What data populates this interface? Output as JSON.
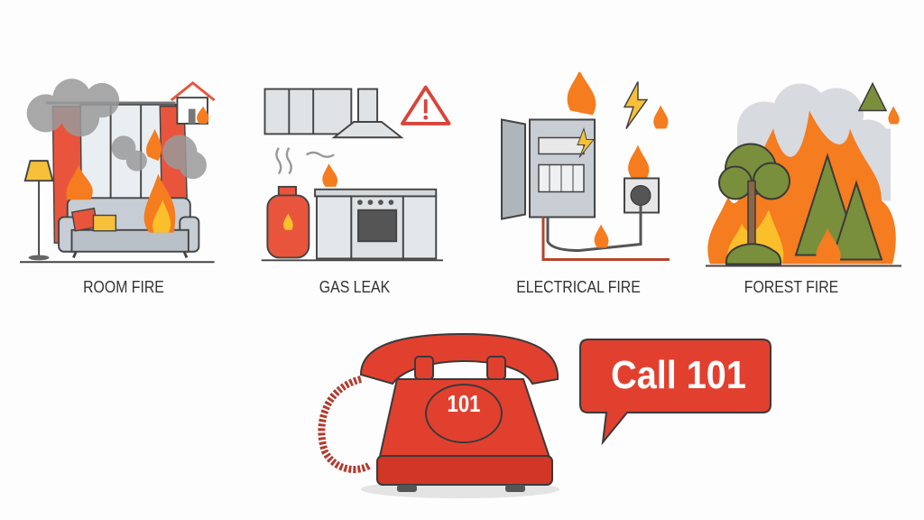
{
  "panels": [
    {
      "id": "room-fire",
      "label": "ROOM FIRE"
    },
    {
      "id": "gas-leak",
      "label": "GAS LEAK"
    },
    {
      "id": "electrical-fire",
      "label": "ELECTRICAL FIRE"
    },
    {
      "id": "forest-fire",
      "label": "FOREST FIRE"
    }
  ],
  "phone": {
    "dial_number": "101"
  },
  "callout": {
    "text": "Call 101"
  },
  "colors": {
    "background": "#fdfdfd",
    "emergency_red": "#e2402f",
    "flame_orange": "#f57c1f",
    "flame_yellow": "#fbbf2c",
    "outline": "#3a3a3a",
    "smoke_gray": "#9e9e9e",
    "tree_green": "#7a8f3c"
  }
}
